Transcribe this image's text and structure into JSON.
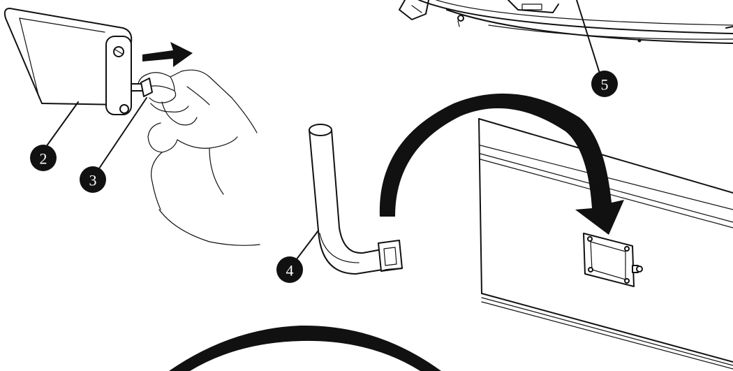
{
  "callouts": [
    {
      "id": "2",
      "label": "2"
    },
    {
      "id": "3",
      "label": "3"
    },
    {
      "id": "4",
      "label": "4"
    },
    {
      "id": "5",
      "label": "5"
    }
  ],
  "colors": {
    "line": "#111111",
    "callout_fill": "#111111",
    "callout_text": "#ffffff",
    "background": "#ffffff"
  },
  "icons": {
    "move_arrow": "right-arrow-icon",
    "curved_arrow_top": "curved-arrow-icon",
    "curved_arrow_bottom": "curved-arrow-icon"
  }
}
